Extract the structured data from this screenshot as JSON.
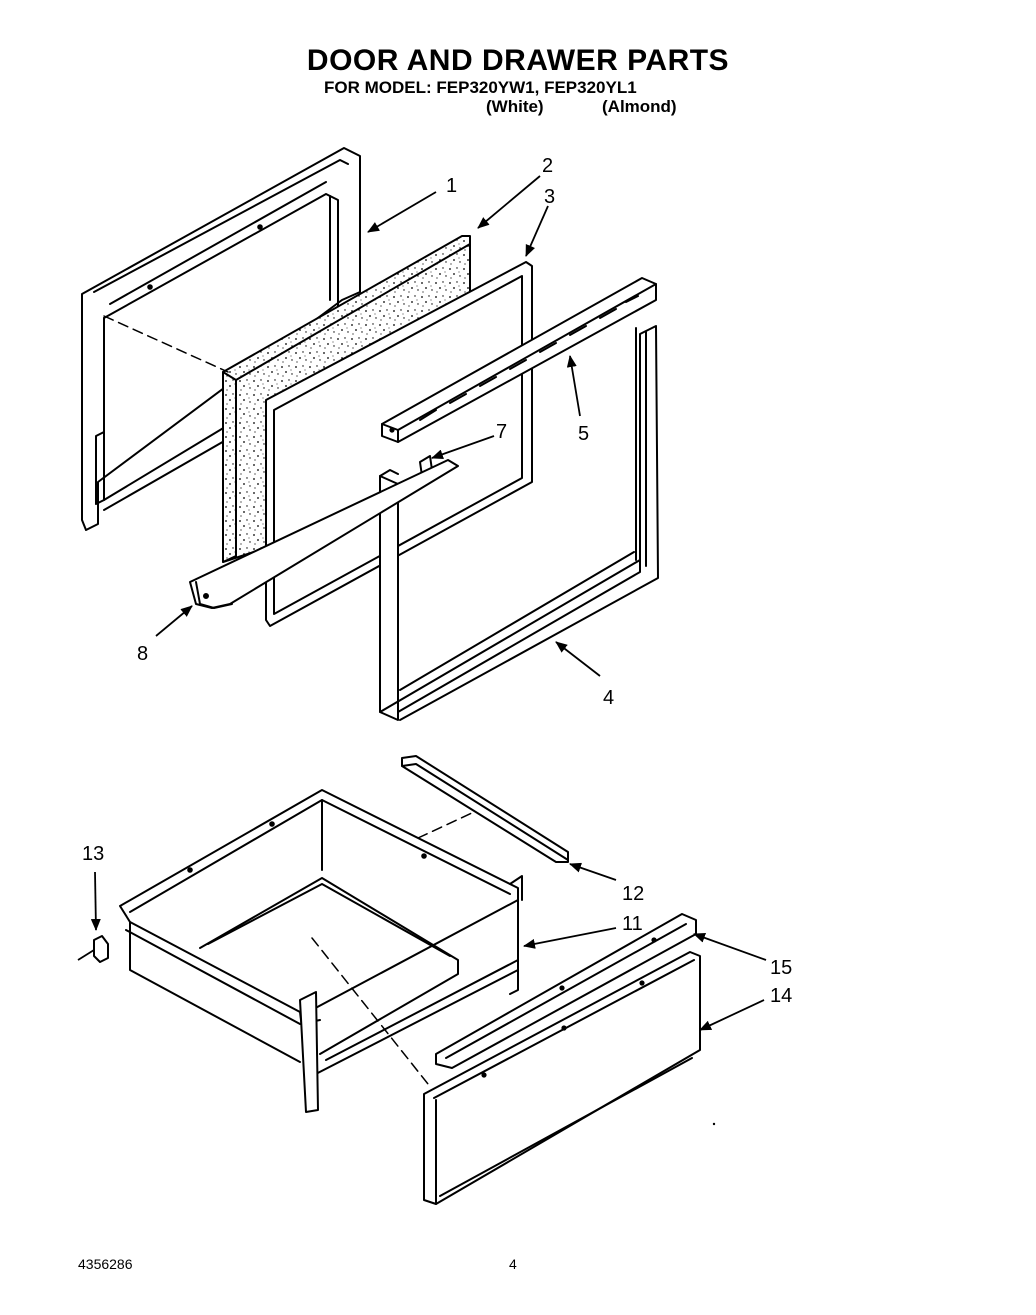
{
  "header": {
    "title": "DOOR AND DRAWER PARTS",
    "model_line": "FOR MODEL: FEP320YW1, FEP320YL1",
    "variant_white": "(White)",
    "variant_almond": "(Almond)"
  },
  "callouts": {
    "c1": "1",
    "c2": "2",
    "c3": "3",
    "c4": "4",
    "c5": "5",
    "c7": "7",
    "c8": "8",
    "c11": "11",
    "c12": "12",
    "c13": "13",
    "c14": "14",
    "c15": "15"
  },
  "footer": {
    "doc_number": "4356286",
    "page_number": "4"
  }
}
